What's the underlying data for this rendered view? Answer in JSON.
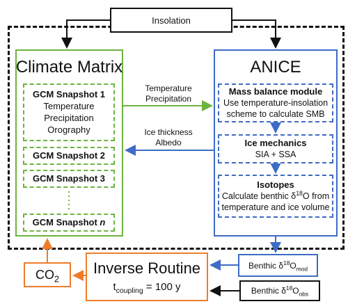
{
  "insolation": "Insolation",
  "climate_matrix": {
    "title": "Climate Matrix",
    "snapshot1": {
      "title": "GCM Snapshot 1",
      "lines": [
        "Temperature",
        "Precipitation",
        "Orography"
      ]
    },
    "snapshot2": "GCM Snapshot 2",
    "snapshot3": "GCM Snapshot 3",
    "snapshot_n_prefix": "GCM Snapshot ",
    "snapshot_n_suffix": "n"
  },
  "anice": {
    "title": "ANICE",
    "mass_balance": {
      "title": "Mass balance module",
      "lines": [
        "Use temperature-insolation",
        "scheme to calculate SMB"
      ]
    },
    "ice_mechanics": {
      "title": "Ice mechanics",
      "line": "SIA + SSA"
    },
    "isotopes": {
      "title": "Isotopes",
      "line1_pre": "Calculate benthic δ",
      "line1_sup": "18",
      "line1_post": "O from",
      "line2": "temperature and ice volume"
    }
  },
  "arrows": {
    "to_anice": [
      "Temperature",
      "Precipitation"
    ],
    "to_climate": [
      "Ice thickness",
      "Albedo"
    ]
  },
  "benthic_mod": {
    "pre": "Benthic δ",
    "sup": "18",
    "mid": "O",
    "sub": "mod"
  },
  "benthic_obs": {
    "pre": "Benthic δ",
    "sup": "18",
    "mid": "O",
    "sub": "obs"
  },
  "inverse": {
    "title": "Inverse Routine",
    "sub_pre": "t",
    "sub_sub": "coupling",
    "sub_post": " = 100 y"
  },
  "co2": {
    "pre": "CO",
    "sub": "2"
  },
  "colors": {
    "green": "#6db33f",
    "blue": "#3e6bc5",
    "orange": "#ee7d2b",
    "black": "#111111"
  }
}
